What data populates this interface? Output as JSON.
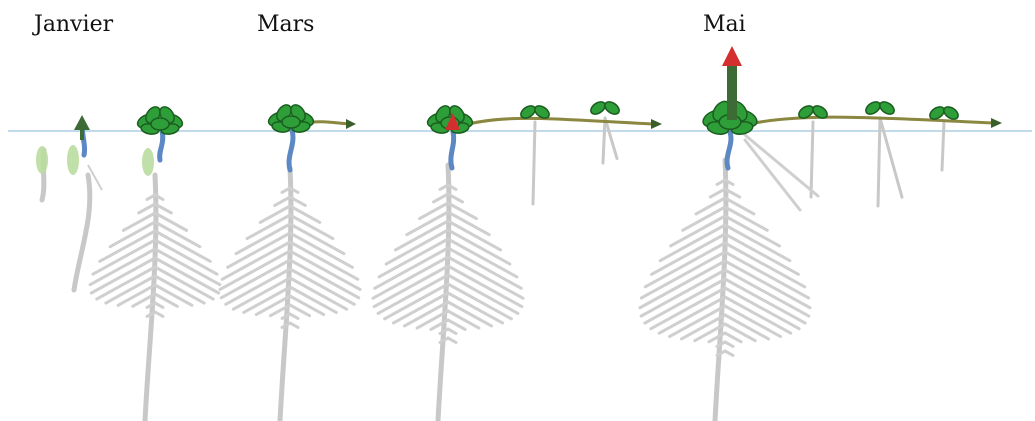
{
  "labels": {
    "january": "Janvier",
    "march": "Mars",
    "may": "Mai"
  },
  "colors": {
    "soil_line": "#9cc3e0",
    "root": "#c4c4c4",
    "rhizome": "#8b8740",
    "leaf_fill": "#2e9e38",
    "leaf_stroke": "#1b5e20",
    "seed": "#b9dca0",
    "stem_blue": "#5c88c4",
    "arrow_red": "#d32f2f",
    "arrow_green": "#3d6b35",
    "bud": "#2e5d2b"
  }
}
